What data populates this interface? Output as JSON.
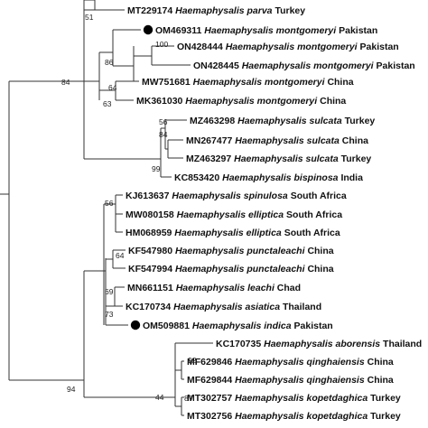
{
  "tree": {
    "taxa": [
      {
        "accession": "MT229174",
        "species": "Haemaphysalis parva",
        "country": "Turkey",
        "marker": false
      },
      {
        "accession": "OM469311",
        "species": "Haemaphysalis montgomeryi",
        "country": "Pakistan",
        "marker": true
      },
      {
        "accession": "ON428444",
        "species": "Haemaphysalis montgomeryi",
        "country": "Pakistan",
        "marker": false
      },
      {
        "accession": "ON428445",
        "species": "Haemaphysalis montgomeryi",
        "country": "Pakistan",
        "marker": false
      },
      {
        "accession": "MW751681",
        "species": "Haemaphysalis montgomeryi",
        "country": "China",
        "marker": false
      },
      {
        "accession": "MK361030",
        "species": "Haemaphysalis montgomeryi",
        "country": "China",
        "marker": false
      },
      {
        "accession": "MZ463298",
        "species": "Haemaphysalis sulcata",
        "country": "Turkey",
        "marker": false
      },
      {
        "accession": "MN267477",
        "species": "Haemaphysalis sulcata",
        "country": "China",
        "marker": false
      },
      {
        "accession": "MZ463297",
        "species": "Haemaphysalis sulcata",
        "country": "Turkey",
        "marker": false
      },
      {
        "accession": "KC853420",
        "species": "Haemaphysalis bispinosa",
        "country": "India",
        "marker": false
      },
      {
        "accession": "KJ613637",
        "species": "Haemaphysalis spinulosa",
        "country": "South Africa",
        "marker": false
      },
      {
        "accession": "MW080158",
        "species": "Haemaphysalis elliptica",
        "country": "South Africa",
        "marker": false
      },
      {
        "accession": "HM068959",
        "species": "Haemaphysalis elliptica",
        "country": "South Africa",
        "marker": false
      },
      {
        "accession": "KF547980",
        "species": "Haemaphysalis punctaleachi",
        "country": "China",
        "marker": false
      },
      {
        "accession": "KF547994",
        "species": "Haemaphysalis punctaleachi",
        "country": "China",
        "marker": false
      },
      {
        "accession": "MN661151",
        "species": "Haemaphysalis leachi",
        "country": "Chad",
        "marker": false
      },
      {
        "accession": "KC170734",
        "species": "Haemaphysalis asiatica",
        "country": "Thailand",
        "marker": false
      },
      {
        "accession": "OM509881",
        "species": "Haemaphysalis indica",
        "country": "Pakistan",
        "marker": true
      },
      {
        "accession": "KC170735",
        "species": "Haemaphysalis aborensis",
        "country": "Thailand",
        "marker": false
      },
      {
        "accession": "MF629846",
        "species": "Haemaphysalis qinghaiensis",
        "country": "China",
        "marker": false
      },
      {
        "accession": "MF629844",
        "species": "Haemaphysalis qinghaiensis",
        "country": "China",
        "marker": false
      },
      {
        "accession": "MT302757",
        "species": "Haemaphysalis kopetdaghica",
        "country": "Turkey",
        "marker": false
      },
      {
        "accession": "MT302756",
        "species": "Haemaphysalis kopetdaghica",
        "country": "Turkey",
        "marker": false
      }
    ],
    "bootstrap": [
      "51",
      "100",
      "86",
      "64",
      "63",
      "84",
      "56",
      "84",
      "99",
      "56",
      "64",
      "69",
      "73",
      "94",
      "92",
      "87",
      "44"
    ]
  }
}
